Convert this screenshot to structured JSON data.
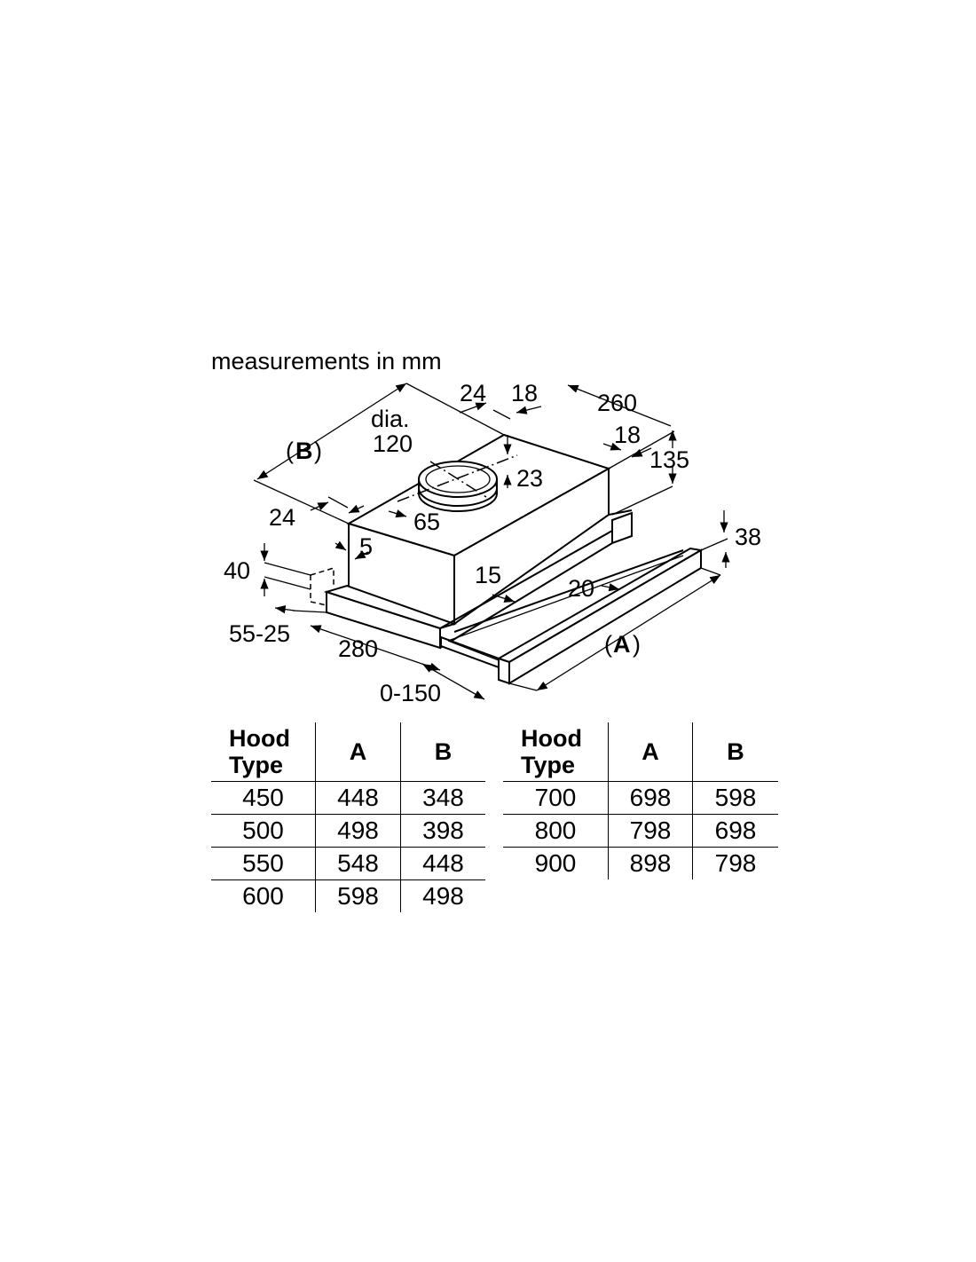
{
  "caption": "measurements in mm",
  "labels": {
    "b": "B",
    "a": "A",
    "paren_open": "(",
    "paren_close": ")",
    "dia": "dia.",
    "d120": "120",
    "d24_top": "24",
    "d18_top": "18",
    "d260": "260",
    "d18_right": "18",
    "d135": "135",
    "d23": "23",
    "d65": "65",
    "d24_left": "24",
    "d5": "5",
    "d40": "40",
    "d15": "15",
    "d38": "38",
    "d20": "20",
    "d55_25": "55-25",
    "d280": "280",
    "d0_150": "0-150"
  },
  "table_left": {
    "headers": {
      "type_line1": "Hood",
      "type_line2": "Type",
      "a": "A",
      "b": "B"
    },
    "rows": [
      {
        "type": "450",
        "a": "448",
        "b": "348"
      },
      {
        "type": "500",
        "a": "498",
        "b": "398"
      },
      {
        "type": "550",
        "a": "548",
        "b": "448"
      },
      {
        "type": "600",
        "a": "598",
        "b": "498"
      }
    ]
  },
  "table_right": {
    "headers": {
      "type_line1": "Hood",
      "type_line2": "Type",
      "a": "A",
      "b": "B"
    },
    "rows": [
      {
        "type": "700",
        "a": "698",
        "b": "598"
      },
      {
        "type": "800",
        "a": "798",
        "b": "698"
      },
      {
        "type": "900",
        "a": "898",
        "b": "798"
      }
    ]
  }
}
